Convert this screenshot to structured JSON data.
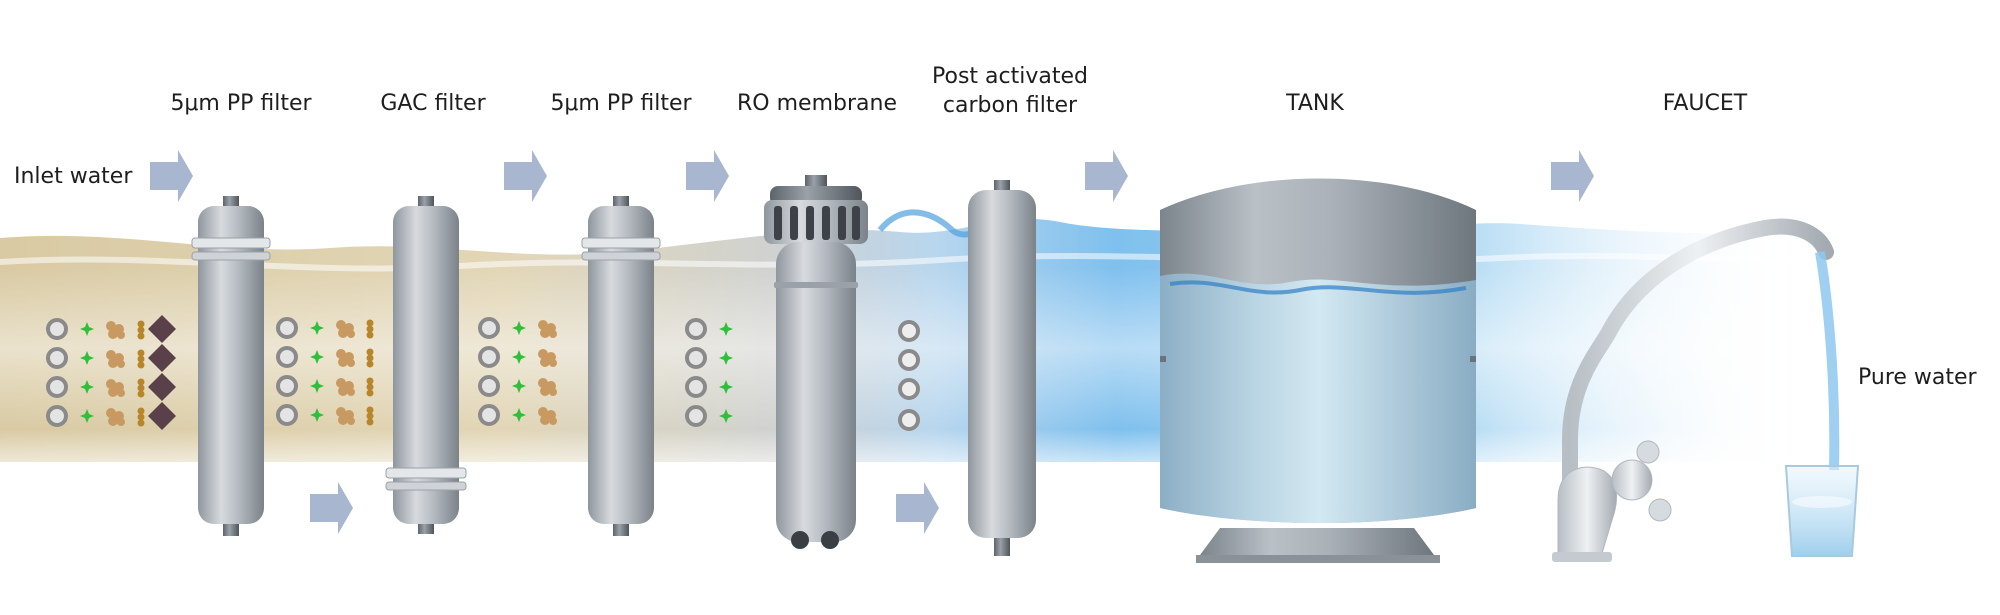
{
  "title": "",
  "stages": [
    {
      "id": "pp1",
      "label": "5μm PP filter"
    },
    {
      "id": "gac",
      "label": "GAC filter"
    },
    {
      "id": "pp2",
      "label": "5μm PP filter"
    },
    {
      "id": "ro",
      "label": "RO membrane"
    },
    {
      "id": "post",
      "label": "Post activated carbon filter",
      "label_lines": [
        "Post activated",
        "carbon filter"
      ]
    },
    {
      "id": "tank",
      "label": "TANK"
    },
    {
      "id": "faucet",
      "label": "FAUCET"
    }
  ],
  "inlet_label": "Inlet water",
  "outlet_label": "Pure water",
  "colors": {
    "dirty_water": "#d8c8a0",
    "clean_water": "#7ec0ea",
    "arrow": "#a9b6cf",
    "housing": "#b9bec4",
    "particle_ring": "#8a8a8a",
    "particle_green": "#2fbf3a",
    "particle_sediment": "#c89a62",
    "particle_bead": "#b8862a",
    "particle_diamond": "#5a4048"
  },
  "icons": [
    "flow-arrow-icon",
    "particle-icon",
    "filter-cartridge-icon",
    "ro-membrane-icon",
    "storage-tank-icon",
    "faucet-icon",
    "water-glass-icon"
  ]
}
